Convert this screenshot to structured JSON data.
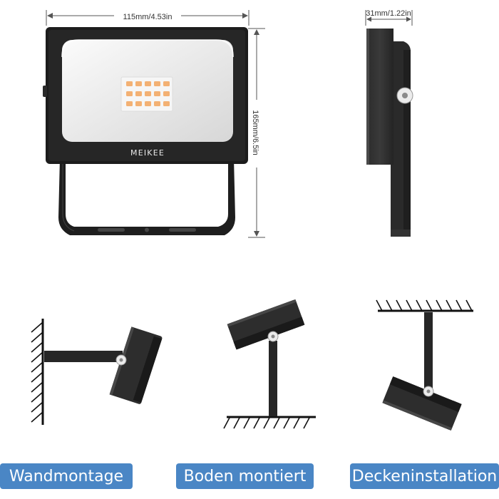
{
  "dimensions": {
    "width_label": "115mm/4.53in",
    "height_label": "165mm/6.5in",
    "depth_label": "31mm/1.22in"
  },
  "product": {
    "brand": "MEIKEE"
  },
  "mounting_options": [
    {
      "label": "Wandmontage"
    },
    {
      "label": "Boden montiert"
    },
    {
      "label": "Deckeninstallation"
    }
  ],
  "colors": {
    "label_background": "#4a86c5",
    "housing": "#1e1e1e",
    "led_warm": "#f3b174"
  }
}
